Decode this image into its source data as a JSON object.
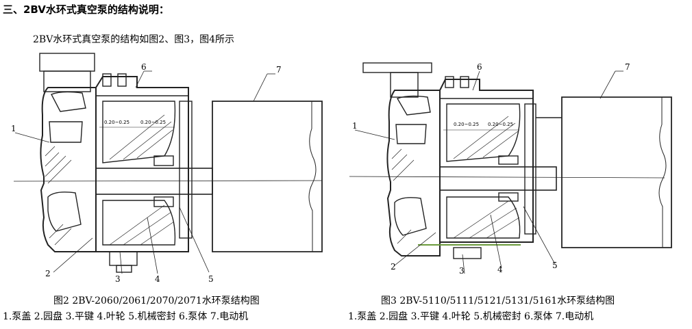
{
  "section": {
    "title": "三、2BV水环式真空泵的结构说明："
  },
  "intro": {
    "text": "2BV水环式真空泵的结构如图2、图3，图4所示"
  },
  "figures": [
    {
      "caption": "图2 2BV-2060/2061/2070/2071水环泵结构图",
      "dim_left": "0.20~0.25",
      "dim_right": "0.20~0.25",
      "callouts": [
        "1",
        "2",
        "3",
        "4",
        "5",
        "6",
        "7"
      ],
      "legend": "1.泵盖 2.园盘 3.平键 4.叶轮 5.机械密封 6.泵体 7.电动机"
    },
    {
      "caption": "图3 2BV-5110/5111/5121/5131/5161水环泵结构图",
      "dim_left": "0.20~0.25",
      "dim_right": "0.20~0.25",
      "callouts": [
        "1",
        "2",
        "3",
        "4",
        "5",
        "6",
        "7"
      ],
      "legend": "1.泵盖 2.园盘 3.平键 4.叶轮 5.机械密封 6.泵体 7.电动机"
    }
  ]
}
